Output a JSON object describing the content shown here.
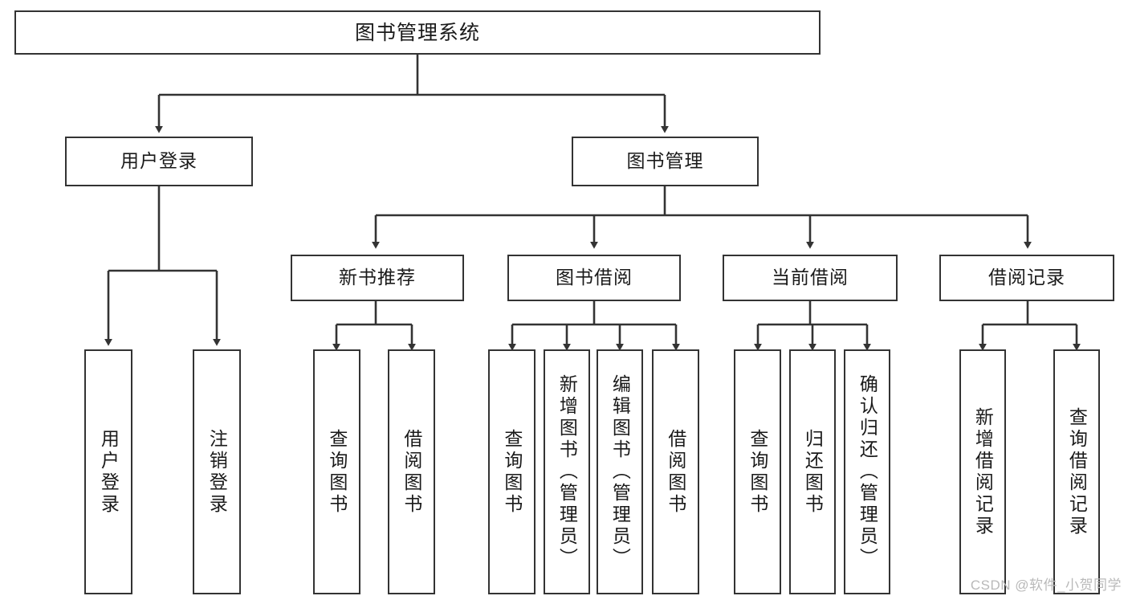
{
  "diagram": {
    "type": "tree",
    "title": "图书管理系统",
    "orientation": "top-down",
    "colors": {
      "box_border": "#333333",
      "box_fill": "#ffffff",
      "edge": "#333333",
      "text": "#1a1a1a",
      "watermark": "#b9b9b9",
      "background": "#ffffff"
    },
    "nodes": {
      "root": {
        "label": "图书管理系统"
      },
      "level2": [
        {
          "id": "user-login",
          "label": "用户登录"
        },
        {
          "id": "book-management",
          "label": "图书管理"
        }
      ],
      "level3": [
        {
          "id": "new-book-recommend",
          "label": "新书推荐"
        },
        {
          "id": "book-borrow",
          "label": "图书借阅"
        },
        {
          "id": "current-borrow",
          "label": "当前借阅"
        },
        {
          "id": "borrow-record",
          "label": "借阅记录"
        }
      ],
      "leaves": {
        "user-login": [
          {
            "id": "leaf-user-login",
            "label": "用户登录"
          },
          {
            "id": "leaf-user-logout",
            "label": "注销登录"
          }
        ],
        "new-book-recommend": [
          {
            "id": "leaf-query-book-1",
            "label": "查询图书"
          },
          {
            "id": "leaf-borrow-book-1",
            "label": "借阅图书"
          }
        ],
        "book-borrow": [
          {
            "id": "leaf-query-book-2",
            "label": "查询图书"
          },
          {
            "id": "leaf-add-book",
            "label": "新增图书（管理员）"
          },
          {
            "id": "leaf-edit-book",
            "label": "编辑图书（管理员）"
          },
          {
            "id": "leaf-borrow-book-2",
            "label": "借阅图书"
          }
        ],
        "current-borrow": [
          {
            "id": "leaf-query-book-3",
            "label": "查询图书"
          },
          {
            "id": "leaf-return-book",
            "label": "归还图书"
          },
          {
            "id": "leaf-confirm-return",
            "label": "确认归还（管理员）"
          }
        ],
        "borrow-record": [
          {
            "id": "leaf-add-record",
            "label": "新增借阅记录"
          },
          {
            "id": "leaf-query-record",
            "label": "查询借阅记录"
          }
        ]
      }
    },
    "edges": [
      {
        "from": "root",
        "to": "user-login"
      },
      {
        "from": "root",
        "to": "book-management"
      },
      {
        "from": "book-management",
        "to": "new-book-recommend"
      },
      {
        "from": "book-management",
        "to": "book-borrow"
      },
      {
        "from": "book-management",
        "to": "current-borrow"
      },
      {
        "from": "book-management",
        "to": "borrow-record"
      },
      {
        "from": "user-login",
        "to": "leaf-user-login"
      },
      {
        "from": "user-login",
        "to": "leaf-user-logout"
      },
      {
        "from": "new-book-recommend",
        "to": "leaf-query-book-1"
      },
      {
        "from": "new-book-recommend",
        "to": "leaf-borrow-book-1"
      },
      {
        "from": "book-borrow",
        "to": "leaf-query-book-2"
      },
      {
        "from": "book-borrow",
        "to": "leaf-add-book"
      },
      {
        "from": "book-borrow",
        "to": "leaf-edit-book"
      },
      {
        "from": "book-borrow",
        "to": "leaf-borrow-book-2"
      },
      {
        "from": "current-borrow",
        "to": "leaf-query-book-3"
      },
      {
        "from": "current-borrow",
        "to": "leaf-return-book"
      },
      {
        "from": "current-borrow",
        "to": "leaf-confirm-return"
      },
      {
        "from": "borrow-record",
        "to": "leaf-add-record"
      },
      {
        "from": "borrow-record",
        "to": "leaf-query-record"
      }
    ]
  },
  "watermark": {
    "text": "CSDN @软件_小贺同学"
  }
}
